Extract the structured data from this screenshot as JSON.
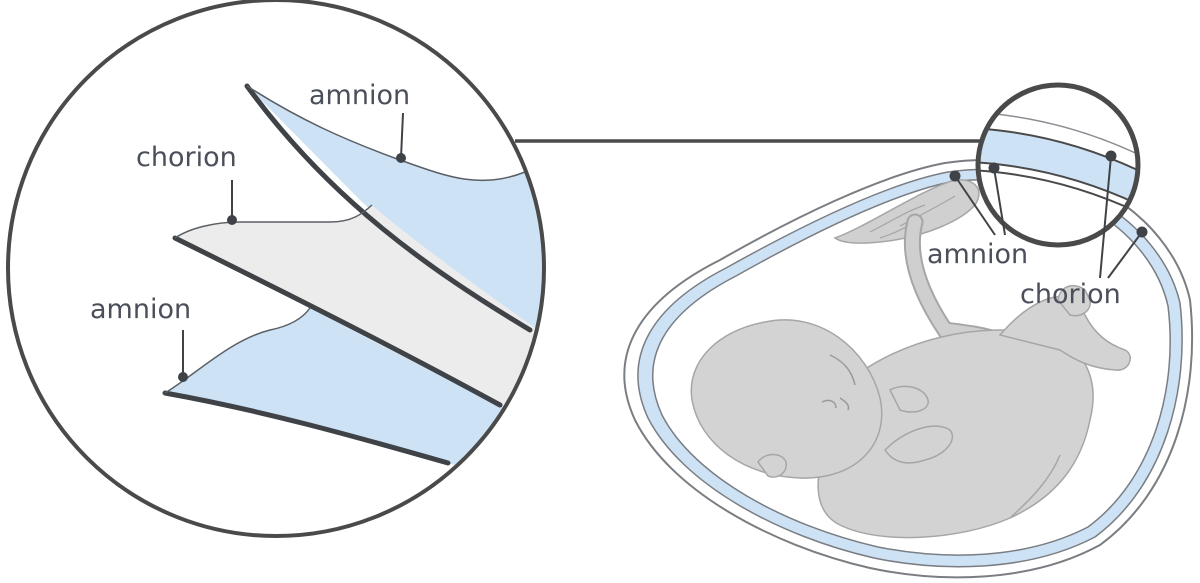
{
  "labels": {
    "zoom_amnion_top": "amnion",
    "zoom_chorion": "chorion",
    "zoom_amnion_bottom": "amnion",
    "womb_amnion": "amnion",
    "womb_chorion": "chorion"
  },
  "colors": {
    "amnion_fill": "#cde2f5",
    "chorion_fill": "#ececec",
    "outline": "#4a4a4a",
    "fetus_fill": "#d3d3d3",
    "fetus_stroke": "#a6a6a6",
    "label_text": "#4a4f5a"
  }
}
